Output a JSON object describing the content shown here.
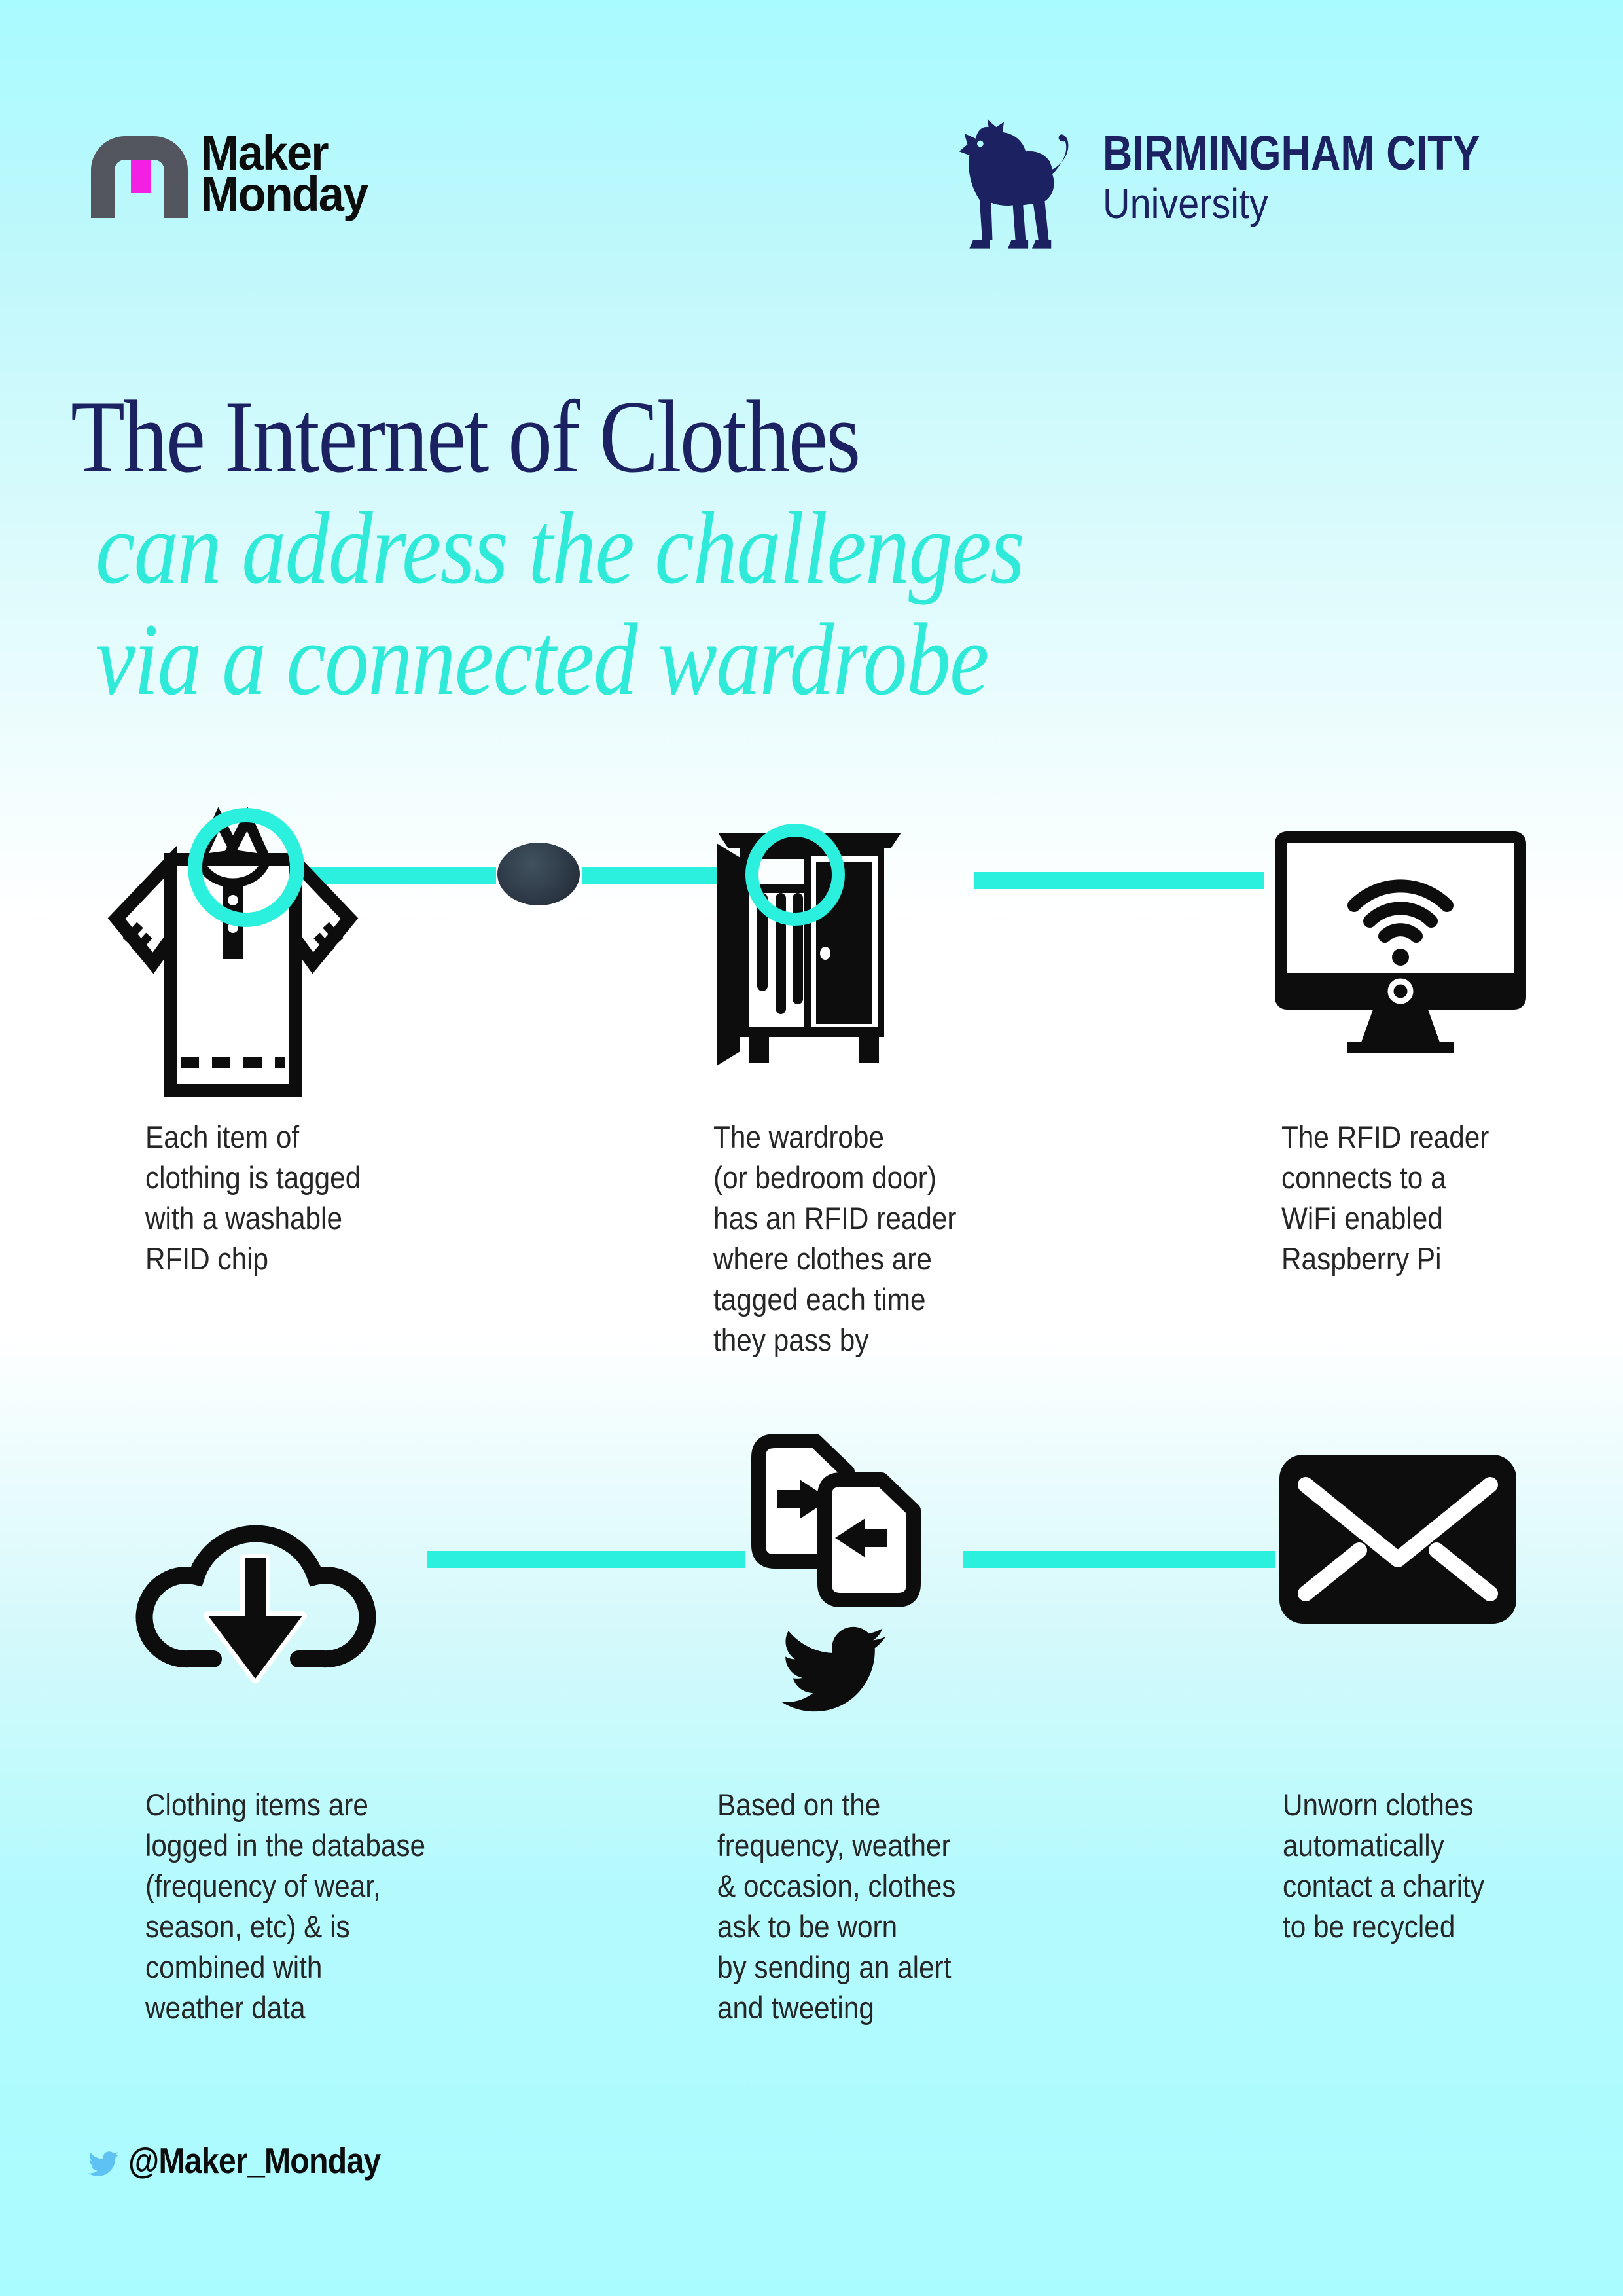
{
  "colors": {
    "background_top": "#a8fbff",
    "background_middle": "#ffffff",
    "background_bottom": "#a9fcff",
    "navy": "#1b2161",
    "turquoise_italic": "#2fe9d9",
    "connector_cyan": "#2bf0dd",
    "icon_black": "#0d0d0d",
    "body_text": "#262626",
    "maker_arch_gray": "#54565f",
    "maker_magenta": "#f320e4",
    "twitter_blue": "#5ec2f2",
    "rfid_chip": "#2c3744"
  },
  "header": {
    "maker_logo": {
      "word1": "Maker",
      "word2": "Monday"
    },
    "bcu_logo": {
      "name": "BIRMINGHAM CITY",
      "subtitle": "University"
    }
  },
  "title": {
    "line1": "The Internet of Clothes",
    "line2": "can address the challenges",
    "line3": "via a connected wardrobe"
  },
  "flow": {
    "row1": {
      "step1_caption": "Each item of\nclothing is tagged\nwith a washable\nRFID chip",
      "step2_caption": "The wardrobe\n(or bedroom door)\nhas an RFID reader\nwhere clothes are\ntagged each time\nthey pass by",
      "step3_caption": "The RFID reader\nconnects to a\nWiFi enabled\nRaspberry Pi"
    },
    "row2": {
      "step4_caption": "Clothing items are\nlogged in the database\n(frequency of wear,\nseason, etc) & is\ncombined with\nweather data",
      "step5_caption": "Based on the\nfrequency, weather\n& occasion, clothes\nask to be worn\nby sending an alert\nand tweeting",
      "step6_caption": "Unworn clothes\nautomatically\ncontact a charity\nto be recycled"
    }
  },
  "footer": {
    "twitter_handle": "@Maker_Monday"
  }
}
